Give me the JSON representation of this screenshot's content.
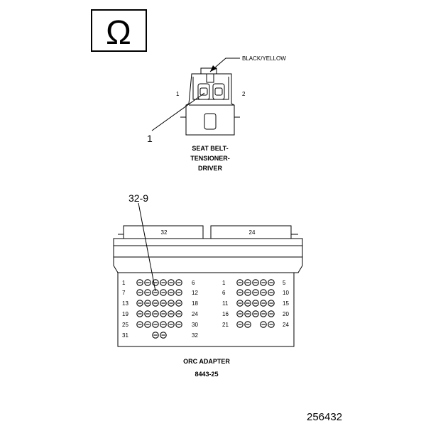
{
  "symbol": {
    "name": "ohm-icon",
    "glyph": "Ω"
  },
  "connector": {
    "wire_label": "BLACK/YELLOW",
    "pin_left": "1",
    "pin_right": "2",
    "callout": "1",
    "name_lines": [
      "SEAT BELT-",
      "TENSIONER-",
      "DRIVER"
    ]
  },
  "adapter": {
    "callout": "32-9",
    "header_left": "32",
    "header_right": "24",
    "left_rows": [
      {
        "start": "1",
        "end": "6",
        "pins": 6
      },
      {
        "start": "7",
        "end": "12",
        "pins": 6
      },
      {
        "start": "13",
        "end": "18",
        "pins": 6
      },
      {
        "start": "19",
        "end": "24",
        "pins": 6
      },
      {
        "start": "25",
        "end": "30",
        "pins": 6
      },
      {
        "start": "31",
        "end": "32",
        "pins": 2
      }
    ],
    "right_rows": [
      {
        "start": "1",
        "end": "5",
        "pins": 5
      },
      {
        "start": "6",
        "end": "10",
        "pins": 5
      },
      {
        "start": "11",
        "end": "15",
        "pins": 5
      },
      {
        "start": "16",
        "end": "20",
        "pins": 5
      },
      {
        "start": "21",
        "end": "24",
        "pins": 4
      }
    ],
    "name": "ORC ADAPTER",
    "part_number": "8443-25"
  },
  "figure_id": "256432"
}
